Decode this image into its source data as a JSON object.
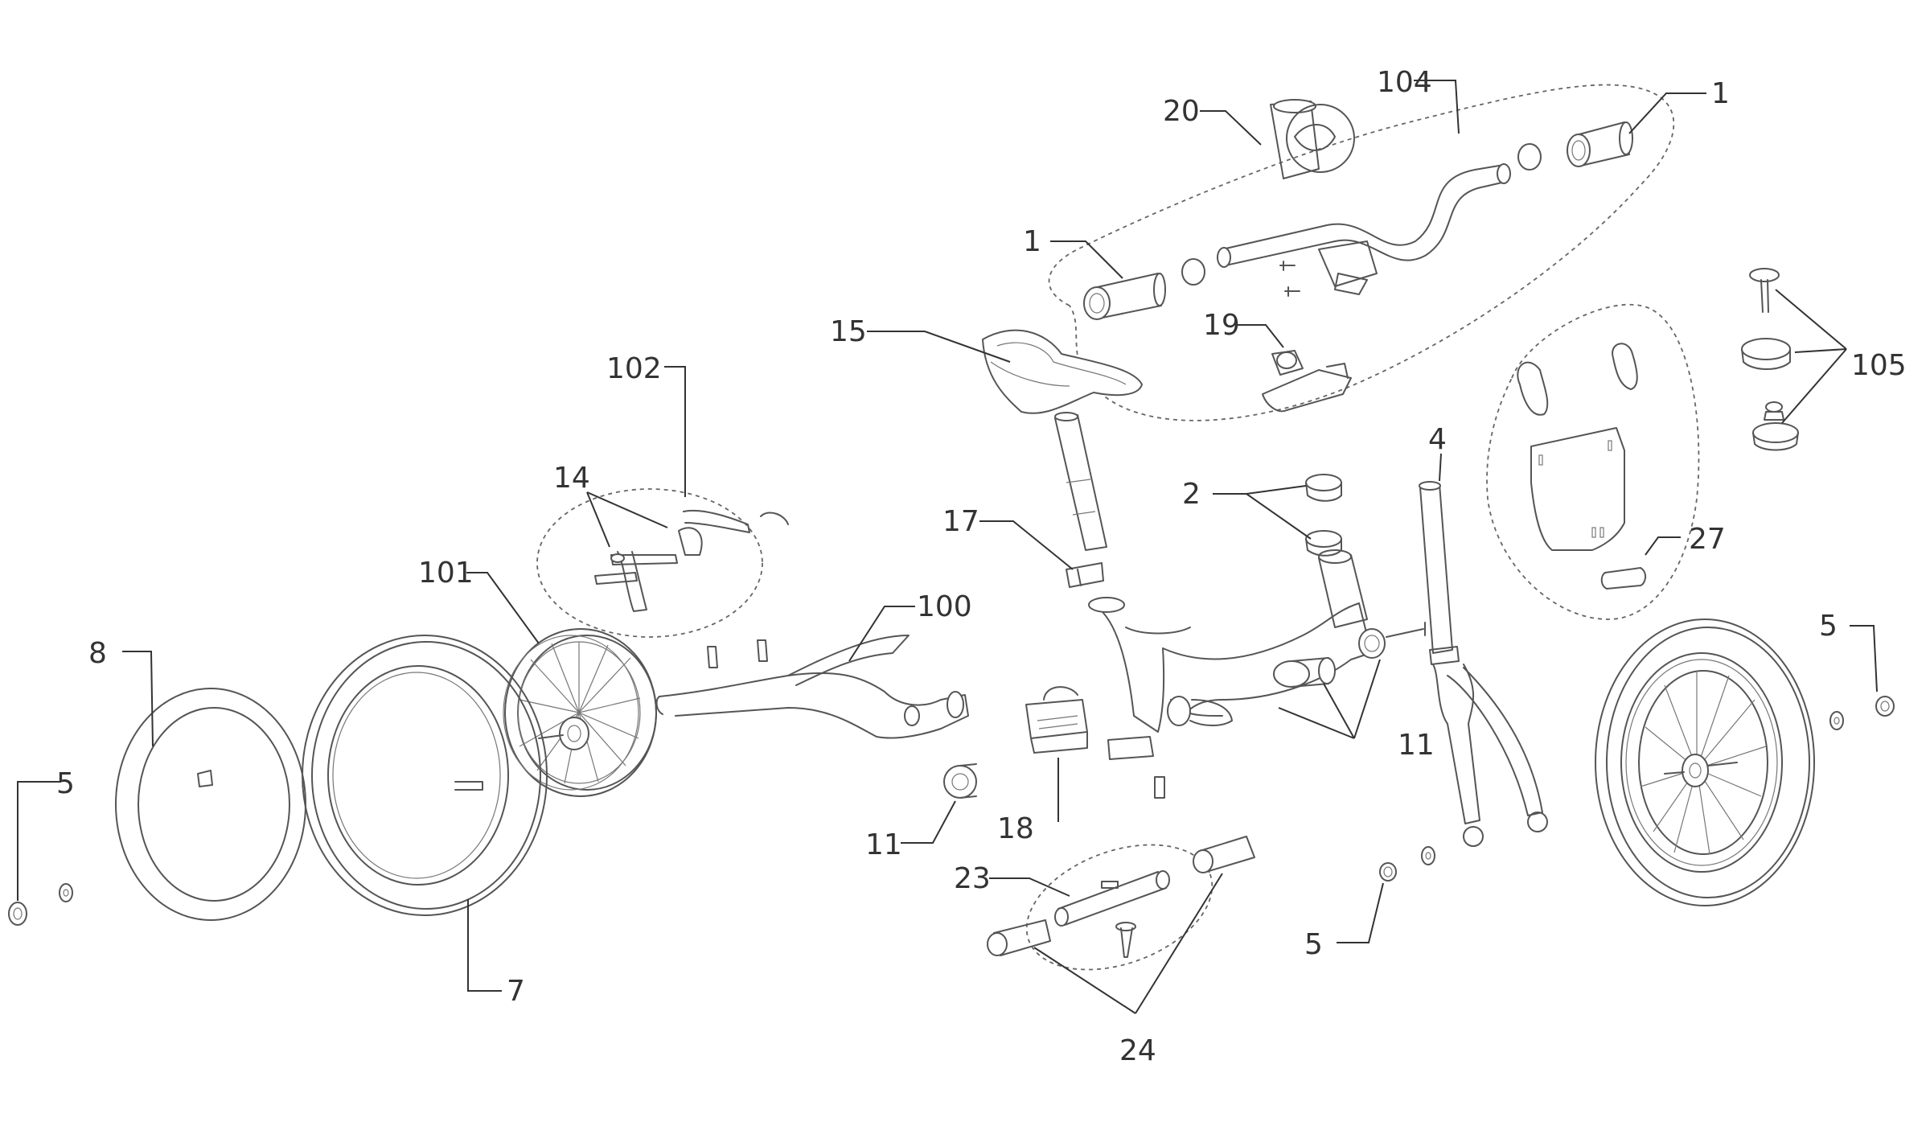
{
  "diagram": {
    "type": "exploded parts diagram",
    "colors": {
      "line": "#333333",
      "part": "#555555",
      "background": "#ffffff"
    },
    "callouts": [
      {
        "id": "c104",
        "label": "104"
      },
      {
        "id": "c20",
        "label": "20"
      },
      {
        "id": "c1_top",
        "label": "1"
      },
      {
        "id": "c1_left",
        "label": "1"
      },
      {
        "id": "c19",
        "label": "19"
      },
      {
        "id": "c15",
        "label": "15"
      },
      {
        "id": "c105",
        "label": "105"
      },
      {
        "id": "c102",
        "label": "102"
      },
      {
        "id": "c14",
        "label": "14"
      },
      {
        "id": "c2",
        "label": "2"
      },
      {
        "id": "c4",
        "label": "4"
      },
      {
        "id": "c17",
        "label": "17"
      },
      {
        "id": "c27",
        "label": "27"
      },
      {
        "id": "c101",
        "label": "101"
      },
      {
        "id": "c100",
        "label": "100"
      },
      {
        "id": "c8",
        "label": "8"
      },
      {
        "id": "c5_right",
        "label": "5"
      },
      {
        "id": "c11_right",
        "label": "11"
      },
      {
        "id": "c5_left",
        "label": "5"
      },
      {
        "id": "c11_mid",
        "label": "11"
      },
      {
        "id": "c18",
        "label": "18"
      },
      {
        "id": "c23",
        "label": "23"
      },
      {
        "id": "c5_mid",
        "label": "5"
      },
      {
        "id": "c7",
        "label": "7"
      },
      {
        "id": "c24",
        "label": "24"
      }
    ]
  }
}
